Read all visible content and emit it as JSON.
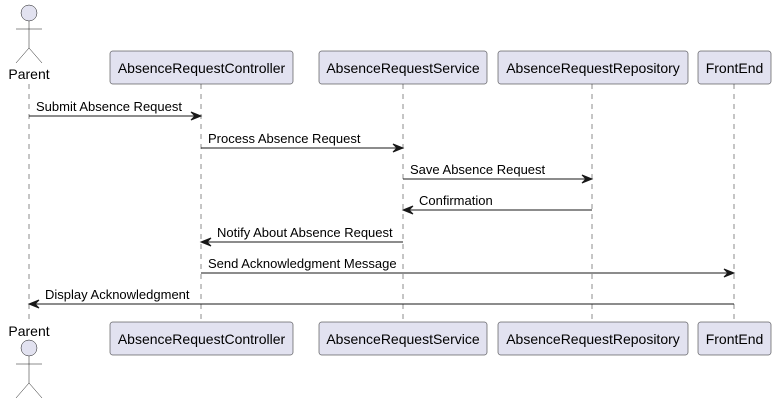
{
  "diagram": {
    "type": "sequence",
    "participants": [
      {
        "id": "parent",
        "label": "Parent",
        "kind": "actor"
      },
      {
        "id": "controller",
        "label": "AbsenceRequestController",
        "kind": "participant"
      },
      {
        "id": "service",
        "label": "AbsenceRequestService",
        "kind": "participant"
      },
      {
        "id": "repository",
        "label": "AbsenceRequestRepository",
        "kind": "participant"
      },
      {
        "id": "frontend",
        "label": "FrontEnd",
        "kind": "participant"
      }
    ],
    "messages": [
      {
        "from": "parent",
        "to": "controller",
        "label": "Submit Absence Request"
      },
      {
        "from": "controller",
        "to": "service",
        "label": "Process Absence Request"
      },
      {
        "from": "service",
        "to": "repository",
        "label": "Save Absence Request"
      },
      {
        "from": "repository",
        "to": "service",
        "label": "Confirmation"
      },
      {
        "from": "service",
        "to": "controller",
        "label": "Notify About Absence Request"
      },
      {
        "from": "controller",
        "to": "frontend",
        "label": "Send Acknowledgment Message"
      },
      {
        "from": "frontend",
        "to": "parent",
        "label": "Display Acknowledgment"
      }
    ],
    "colors": {
      "participant_fill": "#E2E2F0",
      "line": "#181818"
    }
  }
}
